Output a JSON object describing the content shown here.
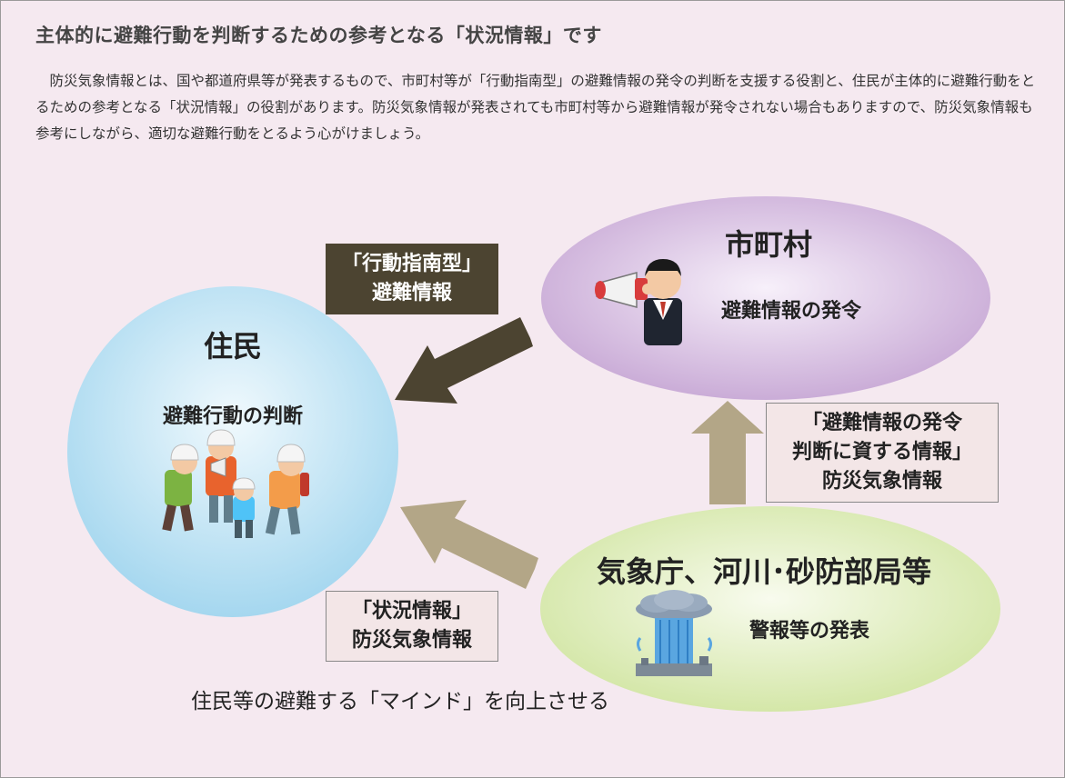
{
  "heading": "主体的に避難行動を判断するための参考となる「状況情報」です",
  "intro": "防災気象情報とは、国や都道府県等が発表するもので、市町村等が「行動指南型」の避難情報の発令の判断を支援する役割と、住民が主体的に避難行動をとるための参考となる「状況情報」の役割があります。防災気象情報が発表されても市町村等から避難情報が発令されない場合もありますので、防災気象情報も参考にしながら、適切な避難行動をとるよう心がけましょう。",
  "residents": {
    "title": "住民",
    "action": "避難行動の判断"
  },
  "municipality": {
    "title": "市町村",
    "action": "避難情報の発令"
  },
  "agency": {
    "title": "気象庁、河川･砂防部局等",
    "action": "警報等の発表"
  },
  "arrow_labels": {
    "top": [
      "「行動指南型」",
      "避難情報"
    ],
    "right": [
      "「避難情報の発令",
      "判断に資する情報」",
      "防災気象情報"
    ],
    "bottom": [
      "「状況情報」",
      "防災気象情報"
    ]
  },
  "footer": "住民等の避難する「マインド」を向上させる",
  "colors": {
    "dark_arrow": "#4c4431",
    "light_arrow": "#b3a687",
    "residents_circle": "#a8d8ef",
    "municipality_ellipse": "#c9aad6",
    "agency_ellipse": "#d4e7a6"
  }
}
